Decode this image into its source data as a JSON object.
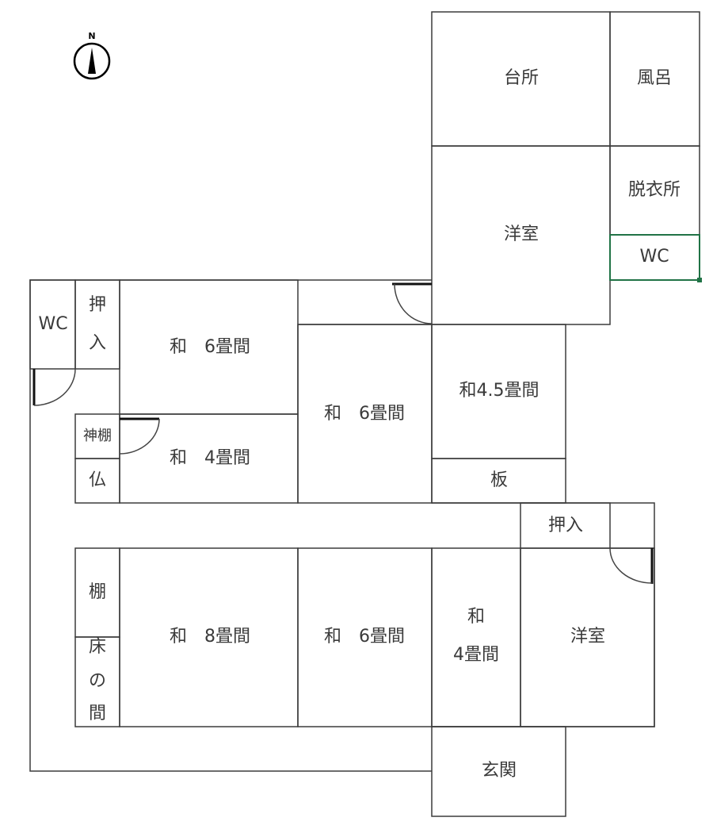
{
  "compass": {
    "label": "N"
  },
  "rooms": {
    "kitchen": "台所",
    "bath": "風呂",
    "dressing": "脱衣所",
    "wc_north": "WC",
    "western_north": "洋室",
    "wc_west": "WC",
    "closet_west_1": "押",
    "closet_west_2": "入",
    "japanese_6_west": "和　6畳間",
    "japanese_6_center": "和　6畳間",
    "japanese_4_5": "和4.5畳間",
    "board_floor": "板",
    "kamidana": "神棚",
    "butsudan": "仏",
    "japanese_4_west": "和　4畳間",
    "closet_east": "押入",
    "shelf": "棚",
    "tokonoma_1": "床",
    "tokonoma_2": "の",
    "tokonoma_3": "間",
    "japanese_8": "和　8畳間",
    "japanese_6_south": "和　6畳間",
    "japanese_4_south_1": "和",
    "japanese_4_south_2": "4畳間",
    "western_south": "洋室",
    "entrance": "玄関"
  },
  "colors": {
    "wall": "#3c3c3c",
    "selection": "#217346",
    "door": "#111111"
  }
}
